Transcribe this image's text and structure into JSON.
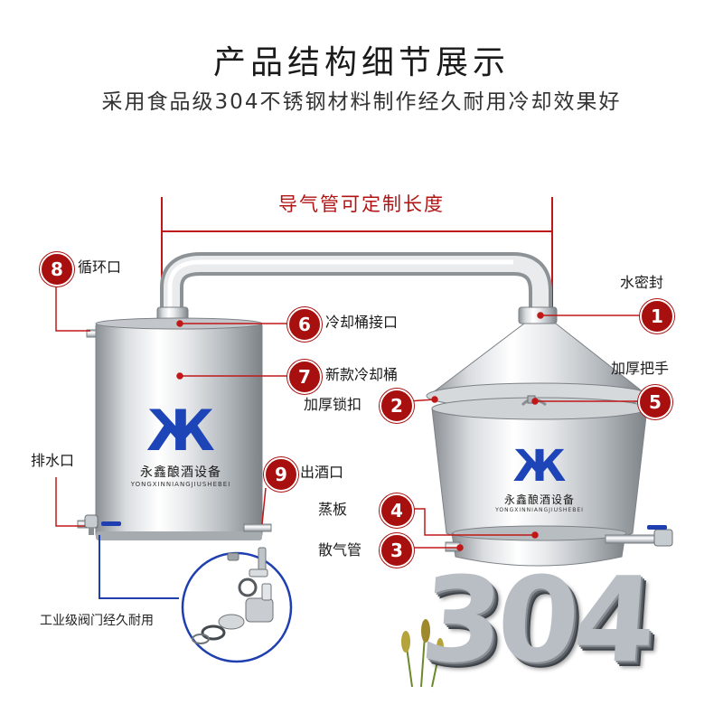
{
  "header": {
    "title": "产品结构细节展示",
    "subtitle": "采用食品级304不锈钢材料制作经久耐用冷却效果好"
  },
  "dimension": {
    "label": "导气管可定制长度"
  },
  "callouts": [
    {
      "number": "1",
      "label": "水密封"
    },
    {
      "number": "2",
      "label": "加厚锁扣"
    },
    {
      "number": "3",
      "label": "散气管"
    },
    {
      "number": "4",
      "label": "蒸板"
    },
    {
      "number": "5",
      "label": "加厚把手"
    },
    {
      "number": "6",
      "label": "冷却桶接口"
    },
    {
      "number": "7",
      "label": "新款冷却桶"
    },
    {
      "number": "8",
      "label": "循环口"
    },
    {
      "number": "9",
      "label": "出酒口"
    }
  ],
  "other_labels": {
    "drain": "排水口",
    "valve_note": "工业级阀门经久耐用"
  },
  "brand": {
    "logo": "Ж",
    "name": "永鑫酿酒设备",
    "pinyin": "YONGXINNIANGJIUSHEBEI"
  },
  "material_badge": "304",
  "colors": {
    "accent_red": "#a80f0f",
    "leader_red": "#c01818",
    "brand_blue": "#1e45b8",
    "valve_blue": "#1f3fb0",
    "steel_light": "#f2f3f4",
    "steel_dark": "#8c9196"
  }
}
